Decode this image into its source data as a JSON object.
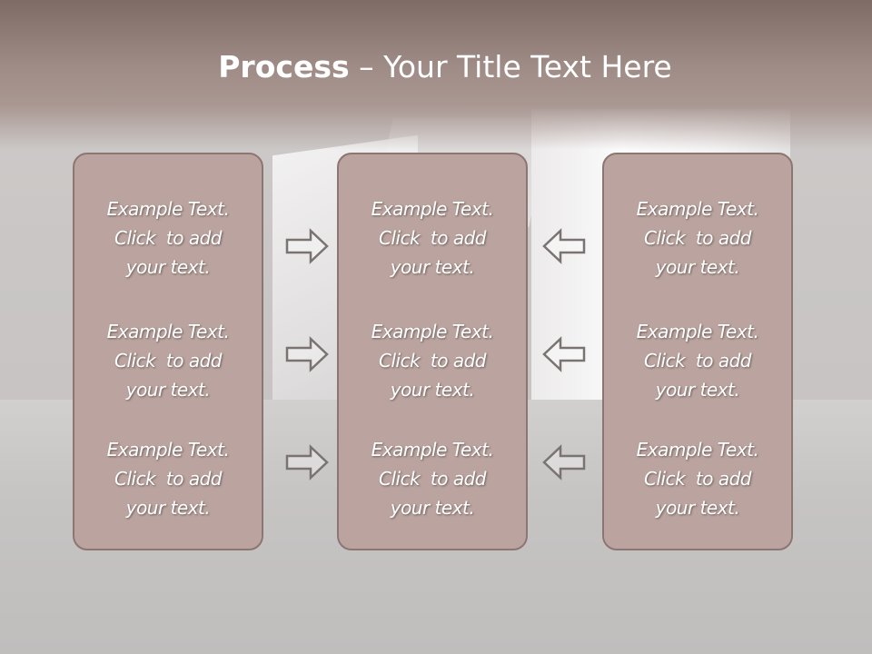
{
  "title": {
    "bold": "Process",
    "rest": " – Your Title Text Here"
  },
  "panels": [
    {
      "items": [
        {
          "line1": "Example Text.",
          "line2": "Click  to add",
          "line3": "your text."
        },
        {
          "line1": "Example Text.",
          "line2": "Click  to add",
          "line3": "your text."
        },
        {
          "line1": "Example Text.",
          "line2": "Click  to add",
          "line3": "your text."
        }
      ]
    },
    {
      "items": [
        {
          "line1": "Example Text.",
          "line2": "Click  to add",
          "line3": "your text."
        },
        {
          "line1": "Example Text.",
          "line2": "Click  to add",
          "line3": "your text."
        },
        {
          "line1": "Example Text.",
          "line2": "Click  to add",
          "line3": "your text."
        }
      ]
    },
    {
      "items": [
        {
          "line1": "Example Text.",
          "line2": "Click  to add",
          "line3": "your text."
        },
        {
          "line1": "Example Text.",
          "line2": "Click  to add",
          "line3": "your text."
        },
        {
          "line1": "Example Text.",
          "line2": "Click  to add",
          "line3": "your text."
        }
      ]
    }
  ],
  "icons": {
    "left_arrows": "arrow-right-icon",
    "right_arrows": "arrow-left-icon"
  },
  "colors": {
    "header": "#a08c87",
    "panel_fill": "#bba49f",
    "panel_border": "#8c7672",
    "text": "#ffffff",
    "arrow_stroke": "#7a7372"
  }
}
